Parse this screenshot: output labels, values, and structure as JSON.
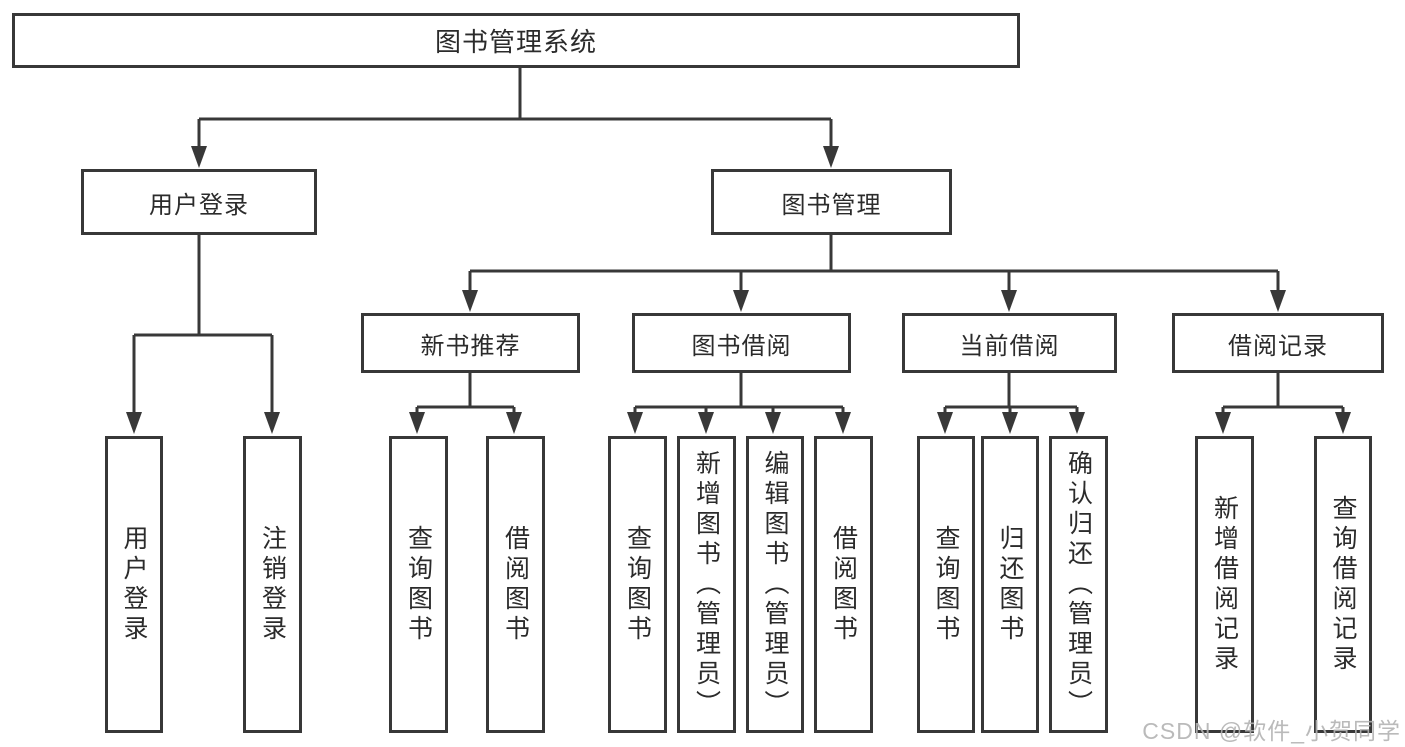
{
  "diagram": {
    "title": "图书管理系统",
    "root": {
      "label": "图书管理系统"
    },
    "level2": [
      {
        "label": "用户登录"
      },
      {
        "label": "图书管理"
      }
    ],
    "level3": [
      {
        "label": "新书推荐"
      },
      {
        "label": "图书借阅"
      },
      {
        "label": "当前借阅"
      },
      {
        "label": "借阅记录"
      }
    ],
    "leaves": {
      "user_login": [
        "用户登录",
        "注销登录"
      ],
      "new_book_recommend": [
        "查询图书",
        "借阅图书"
      ],
      "book_borrow": [
        "查询图书",
        "新增图书（管理员）",
        "编辑图书（管理员）",
        "借阅图书"
      ],
      "current_borrow": [
        "查询图书",
        "归还图书",
        "确认归还（管理员）"
      ],
      "borrow_record": [
        "新增借阅记录",
        "查询借阅记录"
      ]
    }
  },
  "watermark": {
    "text": "CSDN @软件_小贺同学"
  },
  "colors": {
    "line": "#383838",
    "text": "#2b2b2b",
    "watermark": "#b2b2b2",
    "background": "#ffffff"
  }
}
